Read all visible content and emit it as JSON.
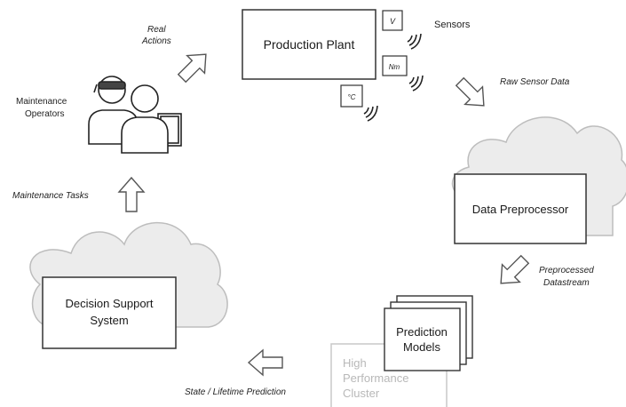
{
  "nodes": {
    "production_plant": "Production Plant",
    "data_preprocessor": "Data Preprocessor",
    "prediction_models": [
      "Prediction",
      "Models"
    ],
    "decision_support": [
      "Decision Support",
      "System"
    ],
    "hpc_cluster": [
      "High",
      "Performance",
      "Cluster"
    ],
    "maintenance_operators": [
      "Maintenance",
      "Operators"
    ]
  },
  "sensors": {
    "label": "Sensors",
    "voltage": "V",
    "torque": "Nm",
    "temperature": "°C"
  },
  "flows": {
    "real_actions": [
      "Real",
      "Actions"
    ],
    "raw_sensor_data": "Raw Sensor Data",
    "preprocessed": [
      "Preprocessed",
      "Datastream"
    ],
    "state_prediction": "State / Lifetime Prediction",
    "maintenance_tasks": "Maintenance Tasks"
  }
}
